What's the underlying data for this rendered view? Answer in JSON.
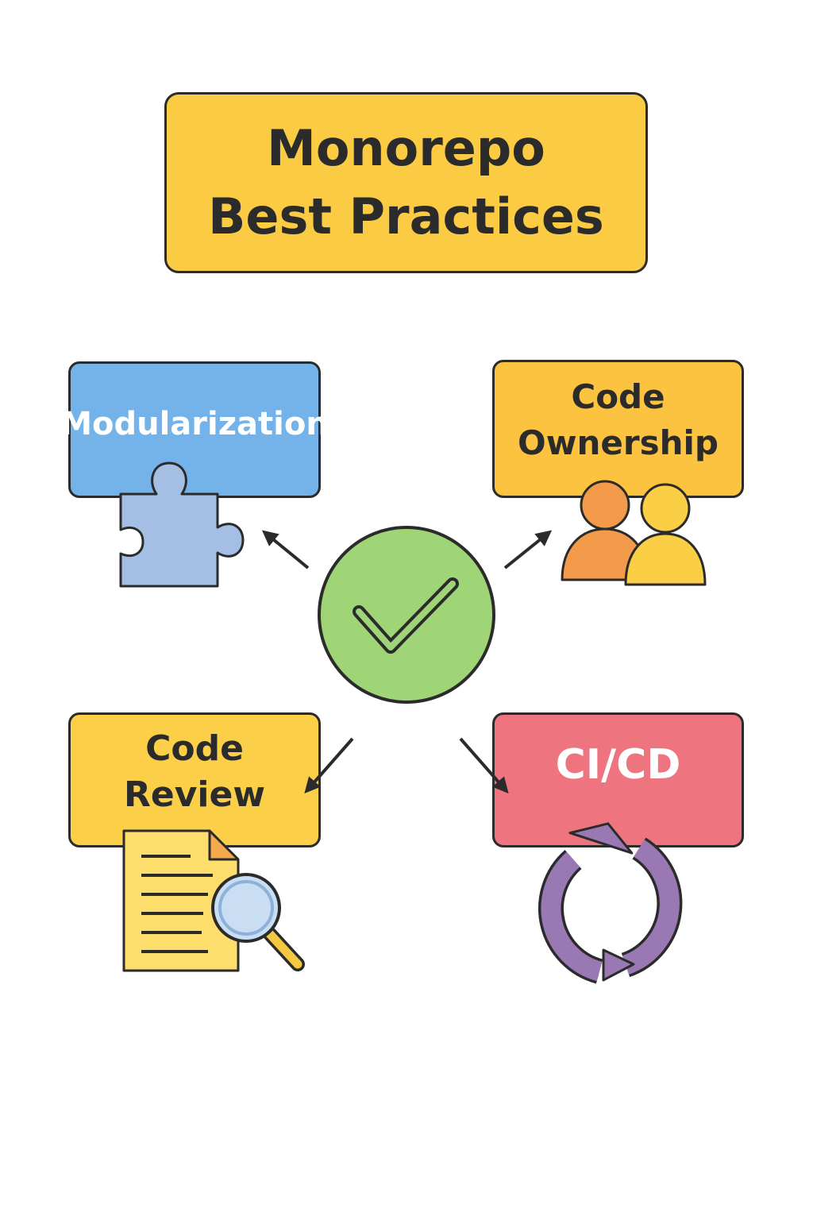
{
  "title": {
    "line1": "Monorepo",
    "line2": "Best Practices"
  },
  "center_icon": "checkmark-circle-icon",
  "practices": [
    {
      "line1": "Modularization",
      "line2": "",
      "icon": "puzzle-piece-icon"
    },
    {
      "line1": "Code",
      "line2": "Ownership",
      "icon": "people-icon"
    },
    {
      "line1": "Code",
      "line2": "Review",
      "icon": "document-magnifier-icon"
    },
    {
      "line1": "CI/CD",
      "line2": "",
      "icon": "cycle-arrows-icon"
    }
  ],
  "colors": {
    "title_fill": "#FBCB44",
    "modularization_fill": "#74B3EA",
    "ownership_fill": "#FBC33F",
    "review_fill": "#FBCF48",
    "cicd_fill": "#EE7480",
    "check_fill": "#9FD477",
    "puzzle_fill": "#A4BEE4",
    "person_orange": "#F49A4B",
    "person_yellow": "#FBCF45",
    "document_fill": "#FDDD6C",
    "lens_fill": "#C9DEF3",
    "cycle_fill": "#9A78B4",
    "outline": "#2B2B2B"
  }
}
